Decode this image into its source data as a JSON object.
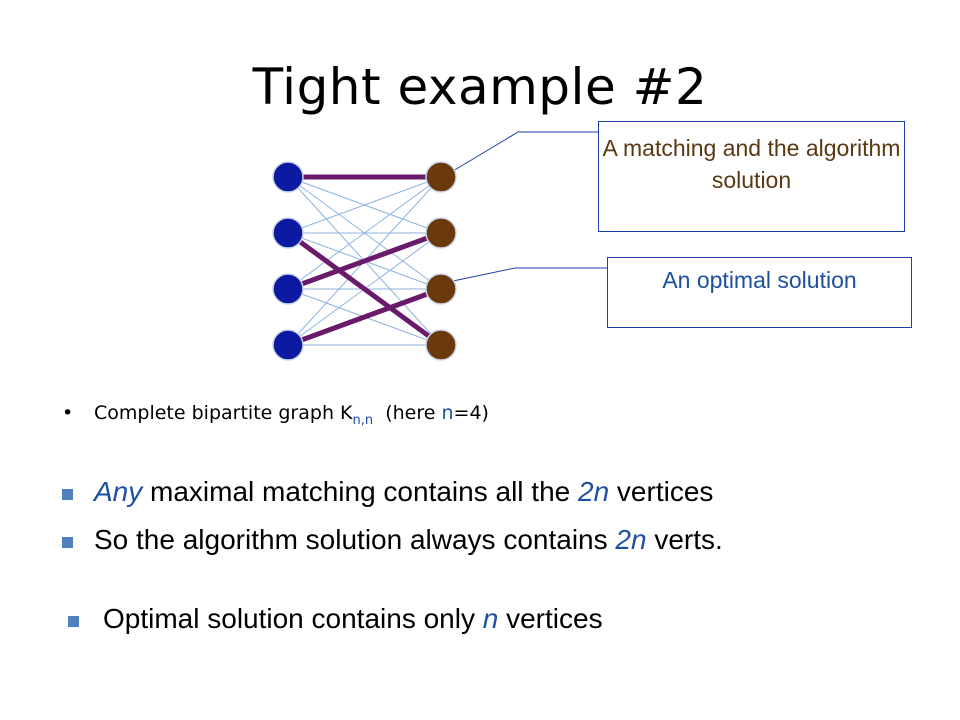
{
  "slide": {
    "title": "Tight example #2"
  },
  "callouts": {
    "matching": "A matching and the algorithm solution",
    "optimal": "An optimal solution"
  },
  "bullets": {
    "b1_pre": "Complete bipartite graph K",
    "b1_sub": "n,n",
    "b1_mid": "  (here ",
    "b1_n": "n",
    "b1_post": "=4)",
    "b2_a": "Any",
    "b2_b": " maximal matching contains all the ",
    "b2_c": "2n",
    "b2_d": " vertices",
    "b3_a": "So the algorithm solution always contains ",
    "b3_b": "2n",
    "b3_c": " verts.",
    "b4_a": "Optimal solution contains only ",
    "b4_b": "n",
    "b4_c": " vertices"
  },
  "graph": {
    "left_count": 4,
    "right_count": 4,
    "matching_edges": [
      [
        0,
        0
      ],
      [
        1,
        3
      ],
      [
        2,
        1
      ],
      [
        3,
        2
      ]
    ],
    "colors": {
      "left": "#0b1aa0",
      "right": "#6b3a0c",
      "edge": "#8fb3de",
      "matching": "#6a1a6a",
      "callout_line": "#1f3fa8"
    }
  }
}
